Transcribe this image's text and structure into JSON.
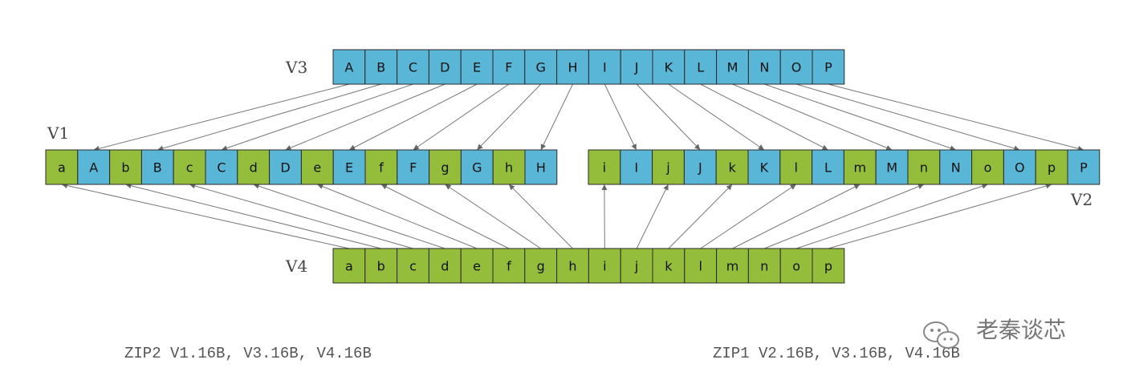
{
  "rows": {
    "v3": {
      "label": "V3",
      "cells": [
        "A",
        "B",
        "C",
        "D",
        "E",
        "F",
        "G",
        "H",
        "I",
        "J",
        "K",
        "L",
        "M",
        "N",
        "O",
        "P"
      ]
    },
    "v1": {
      "label": "V1",
      "cells": [
        "a",
        "A",
        "b",
        "B",
        "c",
        "C",
        "d",
        "D",
        "e",
        "E",
        "f",
        "F",
        "g",
        "G",
        "h",
        "H"
      ]
    },
    "v2": {
      "label": "V2",
      "cells": [
        "i",
        "I",
        "j",
        "J",
        "k",
        "K",
        "l",
        "L",
        "m",
        "M",
        "n",
        "N",
        "o",
        "O",
        "p",
        "P"
      ]
    },
    "v4": {
      "label": "V4",
      "cells": [
        "a",
        "b",
        "c",
        "d",
        "e",
        "f",
        "g",
        "h",
        "i",
        "j",
        "k",
        "l",
        "m",
        "n",
        "o",
        "p"
      ]
    }
  },
  "captions": {
    "zip2": "ZIP2 V1.16B, V3.16B, V4.16B",
    "zip1": "ZIP1 V2.16B, V3.16B, V4.16B"
  },
  "watermark": {
    "text": "老秦谈芯",
    "icon": "wechat-icon"
  },
  "colors": {
    "blue": "#5AB6D6",
    "green": "#93BD3A",
    "arrow": "#777777",
    "border": "#2a2a2a"
  }
}
